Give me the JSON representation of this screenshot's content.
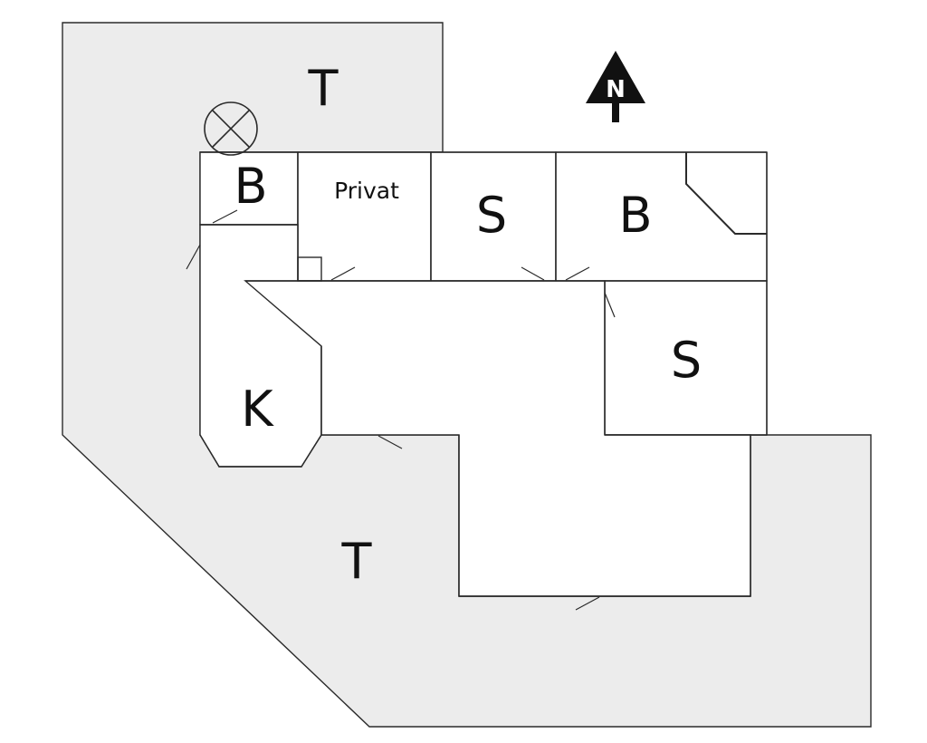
{
  "labels": {
    "terrace_north": "T",
    "bath_west": "B",
    "private_room": "Privat",
    "bedroom_center": "S",
    "bath_east": "B",
    "bedroom_east": "S",
    "kitchen": "K",
    "terrace_south": "T"
  },
  "compass": {
    "letter": "N"
  },
  "colors": {
    "terrace_fill": "#ececec",
    "line": "#2a2a2a"
  }
}
